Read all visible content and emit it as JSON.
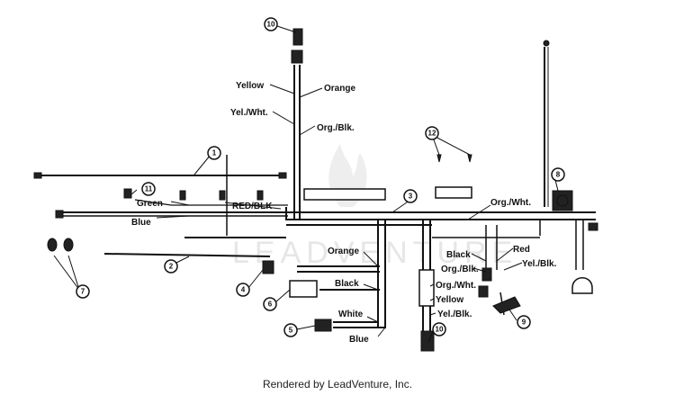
{
  "watermark": {
    "text": "LEADVENTURE"
  },
  "wire_labels": {
    "yellow_top": "Yellow",
    "orange_top": "Orange",
    "yel_wht_top": "Yel./Wht.",
    "org_blk_top": "Org./Blk.",
    "green": "Green",
    "blue_left": "Blue",
    "red_blk": "RED/BLK",
    "org_wht_right": "Org./Wht.",
    "orange_mid": "Orange",
    "black_mid": "Black",
    "white": "White",
    "blue_bottom": "Blue",
    "black_right": "Black",
    "red_right": "Red",
    "org_blk_right": "Org./Blk.",
    "yel_blk_right": "Yel./Blk.",
    "org_wht_lower": "Org./Wht.",
    "yellow_lower": "Yellow",
    "yel_blk_lower": "Yel./Blk."
  },
  "callouts": [
    "1",
    "2",
    "3",
    "4",
    "5",
    "6",
    "7",
    "8",
    "9",
    "10",
    "11",
    "12"
  ],
  "footer": {
    "text": "Rendered by LeadVenture, Inc."
  }
}
